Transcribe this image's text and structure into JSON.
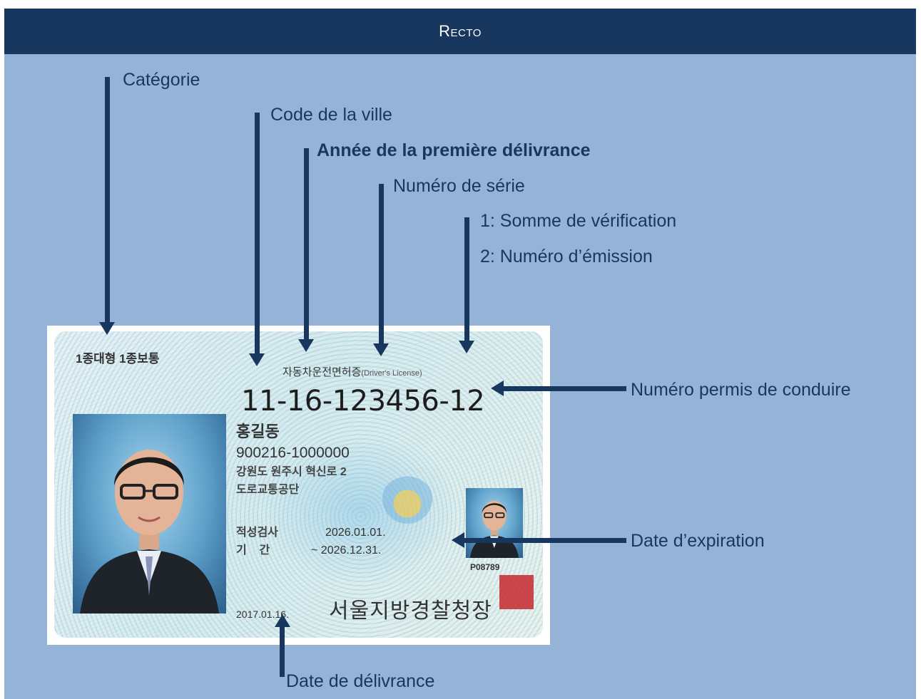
{
  "header": {
    "title": "Recto"
  },
  "labels": {
    "category": "Catégorie",
    "city_code": "Code de la ville",
    "first_issue_year": "Année de la première délivrance",
    "serial_number": "Numéro de série",
    "checksum": "1: Somme de vérification",
    "issue_number": "2: Numéro d’émission",
    "license_number": "Numéro permis de conduire",
    "expiration_date": "Date d’expiration",
    "issue_date": "Date de délivrance"
  },
  "card": {
    "license_class": "1종대형  1종보통",
    "title_ko": "자동차운전면허증",
    "title_en": "(Driver's License)",
    "number": "11-16-123456-12",
    "name": "홍길동",
    "resident_id": "900216-1000000",
    "address": "강원도 원주시 혁신로 2",
    "organization": "도로교통공단",
    "test_label": "적성검사",
    "test_date": "2026.01.01.",
    "period_label": "기    간",
    "period_date": "~ 2026.12.31.",
    "photo_serial": "P08789",
    "issue_date": "2017.01.16.",
    "issuer": "서울지방경찰청장"
  },
  "colors": {
    "navy": "#17375e",
    "panel": "#95b3d7",
    "seal": "#c7282d"
  }
}
